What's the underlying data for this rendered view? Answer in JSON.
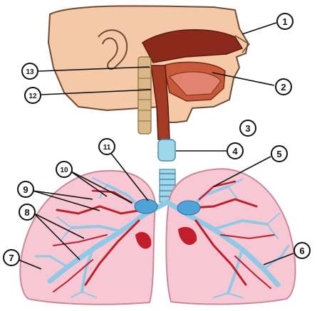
{
  "colors": {
    "skin": "#f5c9a8",
    "skin_outline": "#6b4b34",
    "tissue_dark": "#8b2a1a",
    "tissue_mid": "#c85a3c",
    "lung_fill": "#f7c7d3",
    "artery": "#c21d2b",
    "bronchi": "#8fc9e6",
    "trachea_rings": "#9ed6ea",
    "spine": "#d9b98a"
  },
  "callouts": [
    {
      "id": "c1",
      "label": "1"
    },
    {
      "id": "c2",
      "label": "2"
    },
    {
      "id": "c3",
      "label": "3"
    },
    {
      "id": "c4",
      "label": "4"
    },
    {
      "id": "c5",
      "label": "5"
    },
    {
      "id": "c6",
      "label": "6"
    },
    {
      "id": "c7",
      "label": "7"
    },
    {
      "id": "c8",
      "label": "8"
    },
    {
      "id": "c9",
      "label": "9"
    },
    {
      "id": "c10",
      "label": "10"
    },
    {
      "id": "c11",
      "label": "11"
    },
    {
      "id": "c12",
      "label": "12"
    },
    {
      "id": "c13",
      "label": "13"
    }
  ]
}
